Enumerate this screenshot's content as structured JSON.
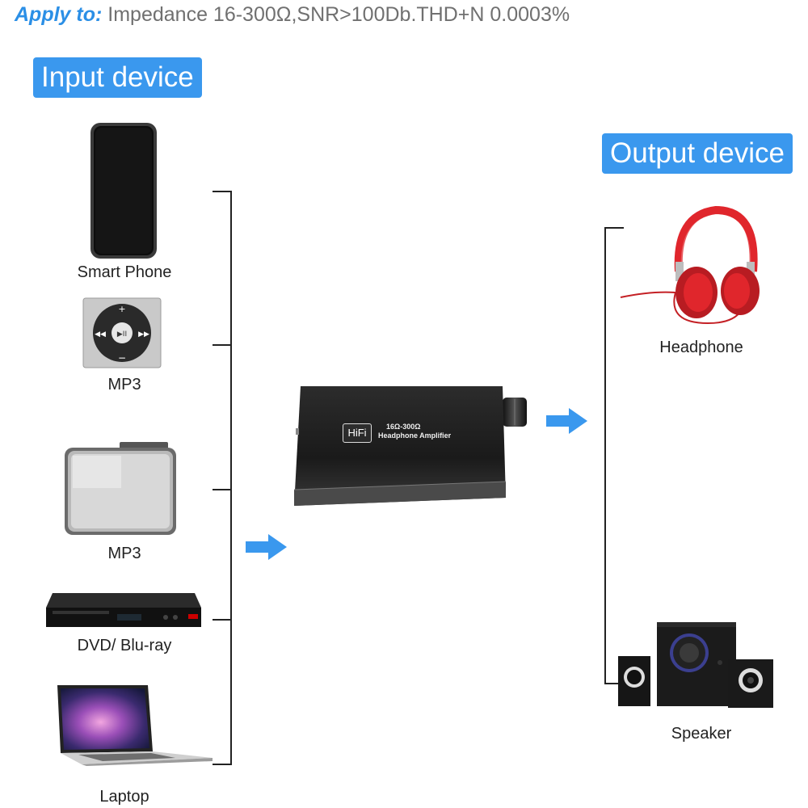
{
  "header": {
    "lead": "Apply to:",
    "spec": "Impedance 16-300Ω,SNR>100Db.THD+N 0.0003%"
  },
  "input_section": {
    "title": "Input device",
    "devices": [
      {
        "label": "Smart Phone",
        "icon": "smartphone-icon"
      },
      {
        "label": "MP3",
        "icon": "ipod-shuffle-icon"
      },
      {
        "label": "MP3",
        "icon": "cassette-player-icon"
      },
      {
        "label": "DVD/ Blu-ray",
        "icon": "dvd-player-icon"
      },
      {
        "label": "Laptop",
        "icon": "laptop-icon"
      }
    ]
  },
  "amplifier": {
    "badge": "HiFi",
    "line1": "16Ω-300Ω",
    "line2": "Headphone Amplifier",
    "icon": "headphone-amplifier-icon"
  },
  "output_section": {
    "title": "Output device",
    "devices": [
      {
        "label": "Headphone",
        "icon": "headphone-icon"
      },
      {
        "label": "Speaker",
        "icon": "speaker-system-icon"
      }
    ]
  },
  "colors": {
    "accent": "#3a98ee",
    "arrow": "#3a98ee",
    "headphone": "#e0262c",
    "text": "#222222"
  }
}
